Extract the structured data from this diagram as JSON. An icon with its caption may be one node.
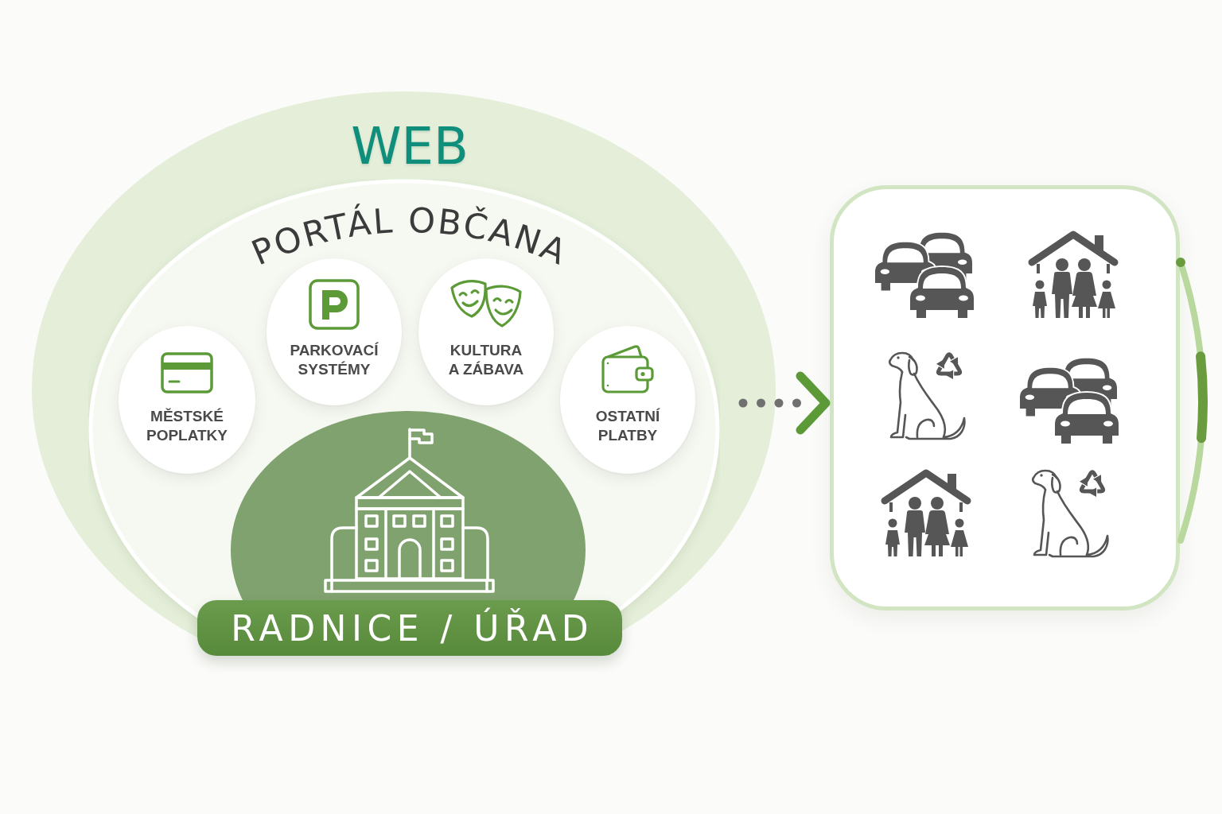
{
  "diagram": {
    "nodes": [
      {
        "text": [
          "WEB"
        ]
      },
      {
        "text": [
          "PORTÁL OBČANA"
        ],
        "in": 0
      },
      {
        "text": [
          "MĚSTSKÉ POPLATKY"
        ],
        "in": 1
      },
      {
        "text": [
          "PARKOVACÍ SYSTÉMY"
        ],
        "in": 1
      },
      {
        "text": [
          "KULTURA A ZÁBAVA"
        ],
        "in": 1
      },
      {
        "text": [
          "OSTATNÍ PLATBY"
        ],
        "in": 1
      },
      {
        "text": [
          "RADNICE / ÚŘAD"
        ],
        "in": 1
      },
      {
        "text": [],
        "shape": "box"
      }
    ],
    "edges": [
      {
        "from": 1,
        "to": 7,
        "arrow": "to",
        "style": "dashed"
      }
    ]
  }
}
